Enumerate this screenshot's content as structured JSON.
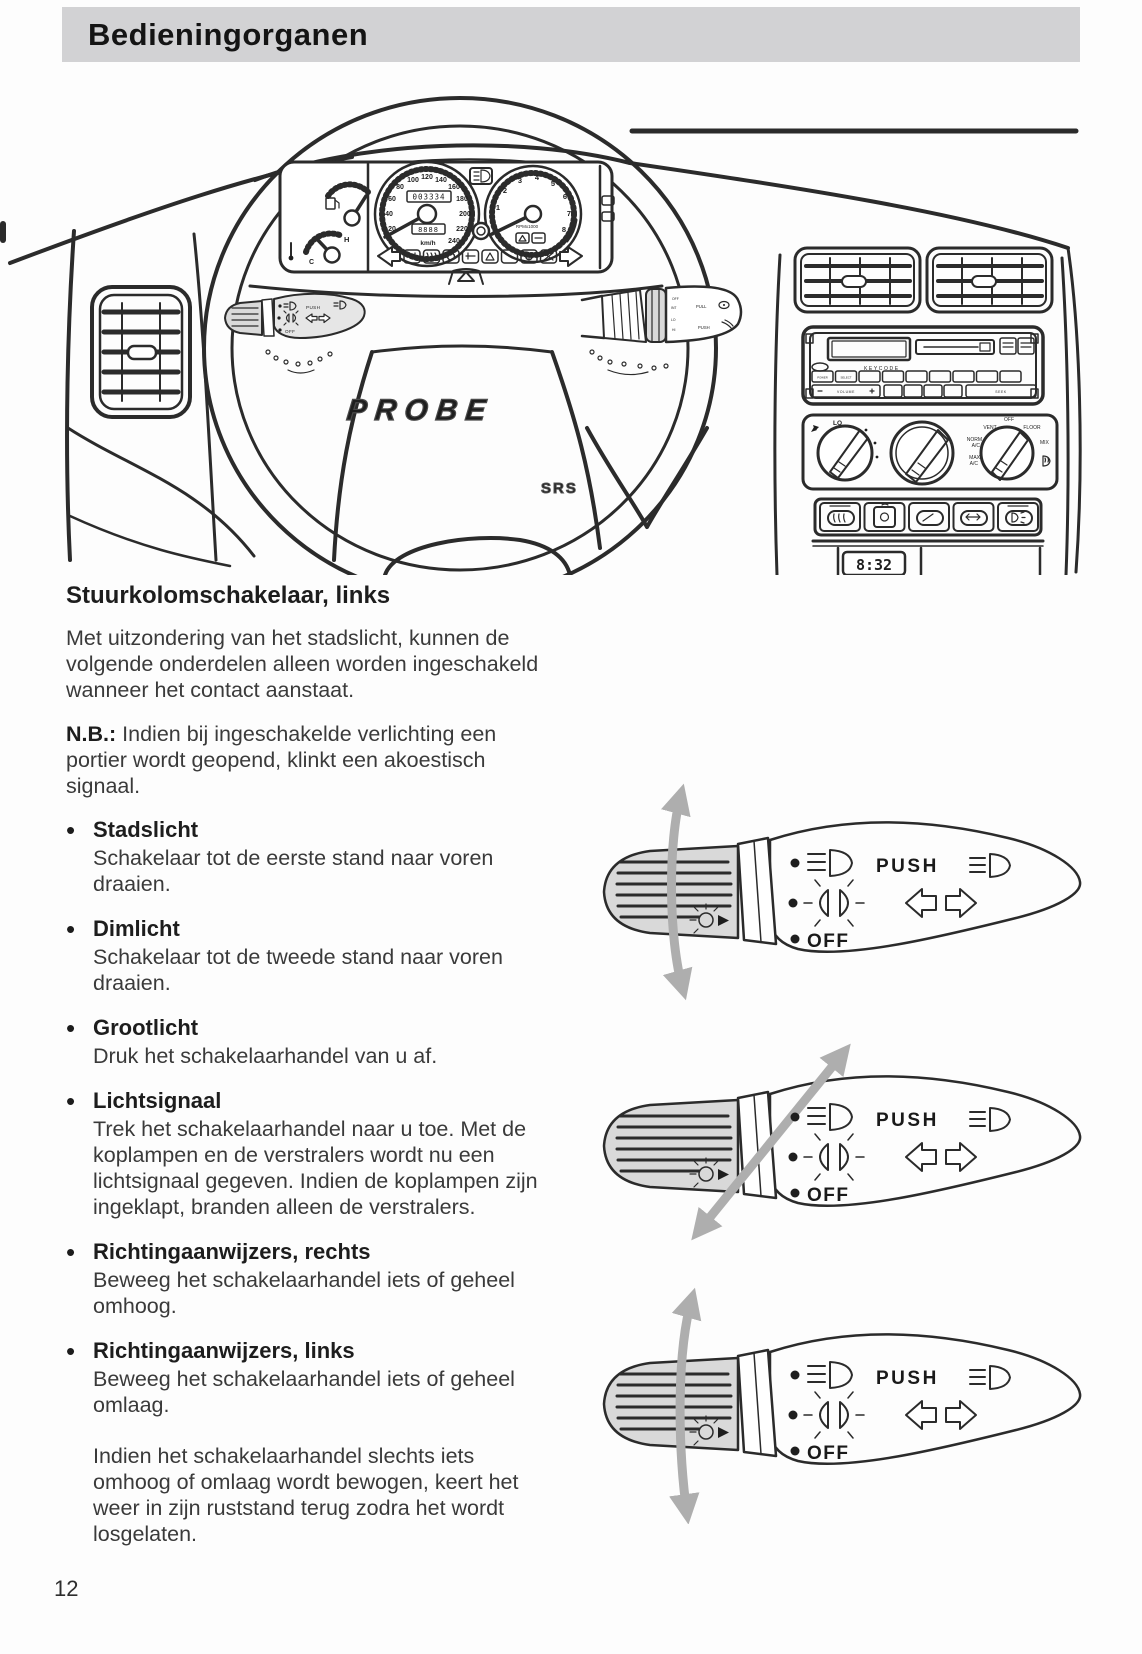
{
  "header": {
    "title": "Bedieningorganen"
  },
  "page_number": "12",
  "section": {
    "title": "Stuurkolomschakelaar, links",
    "intro": "Met uitzondering van het stadslicht, kunnen de volgende onderdelen alleen worden ingescha­keld wanneer het contact aanstaat.",
    "note_label": "N.B.:",
    "note_text": "Indien bij ingeschakelde verlichting een portier wordt geopend, klinkt een akoestisch signaal.",
    "bullets": [
      {
        "title": "Stadslicht",
        "body": "Schakelaar tot de eerste stand naar voren draaien."
      },
      {
        "title": "Dimlicht",
        "body": "Schakelaar tot de tweede stand naar voren draaien."
      },
      {
        "title": "Grootlicht",
        "body": "Druk het schakelaarhandel van u af."
      },
      {
        "title": "Lichtsignaal",
        "body": "Trek het schakelaarhandel naar u toe. Met de koplampen en de verstralers wordt nu een lichtsignaal gegeven. Indien de koplampen zijn ingeklapt, branden alleen de verstralers."
      },
      {
        "title": "Richtingaanwijzers, rechts",
        "body": "Beweeg het schakelaarhandel iets of geheel omhoog."
      },
      {
        "title": "Richtingaanwijzers, links",
        "body": "Beweeg het schakelaarhandel iets of geheel omlaag."
      }
    ],
    "outro": "Indien het schakelaarhandel slechts iets omhoog of omlaag wordt bewogen, keert het weer in zijn ruststand terug zodra het wordt losgelaten."
  },
  "dashboard": {
    "wheel_logo": "PROBE",
    "airbag_label": "SRS",
    "clock_time": "8:32",
    "speedometer": {
      "unit": "km/h",
      "numbers": [
        20,
        40,
        60,
        80,
        100,
        120,
        140,
        160,
        180,
        200,
        220,
        240
      ],
      "odometer": "003334",
      "trip": "8888"
    },
    "tachometer": {
      "unit": "RPMx1000",
      "numbers": [
        1,
        2,
        3,
        4,
        5,
        6,
        7,
        8
      ]
    },
    "temp_gauge": {
      "hot": "H",
      "cold": "C"
    },
    "radio": {
      "keycode": "KEYCODE",
      "power": "POWER",
      "select": "SELECT",
      "volume": "VOLUME",
      "seek": "SEEK"
    },
    "climate": {
      "lo": "LO",
      "vent": "VENT",
      "off": "OFF",
      "floor": "FLOOR",
      "mix": "MIX",
      "norm": "NORM",
      "max": "MAX",
      "ac": "A/C"
    },
    "left_stalk": {
      "push": "PUSH",
      "off": "OFF"
    },
    "wiper_stalk": {
      "off": "OFF",
      "int": "INT",
      "lo": "LO",
      "hi": "HI",
      "pull": "PULL",
      "push": "PUSH"
    }
  },
  "stalk_figure": {
    "push_label": "PUSH",
    "off_label": "OFF"
  },
  "colors": {
    "header_bar": "#d2d2d4",
    "arrow_gray": "#aeaeae",
    "knob_gray": "#d9d9d9",
    "stalk_gray": "#dcdcdc",
    "ink": "#2b2b2b"
  }
}
